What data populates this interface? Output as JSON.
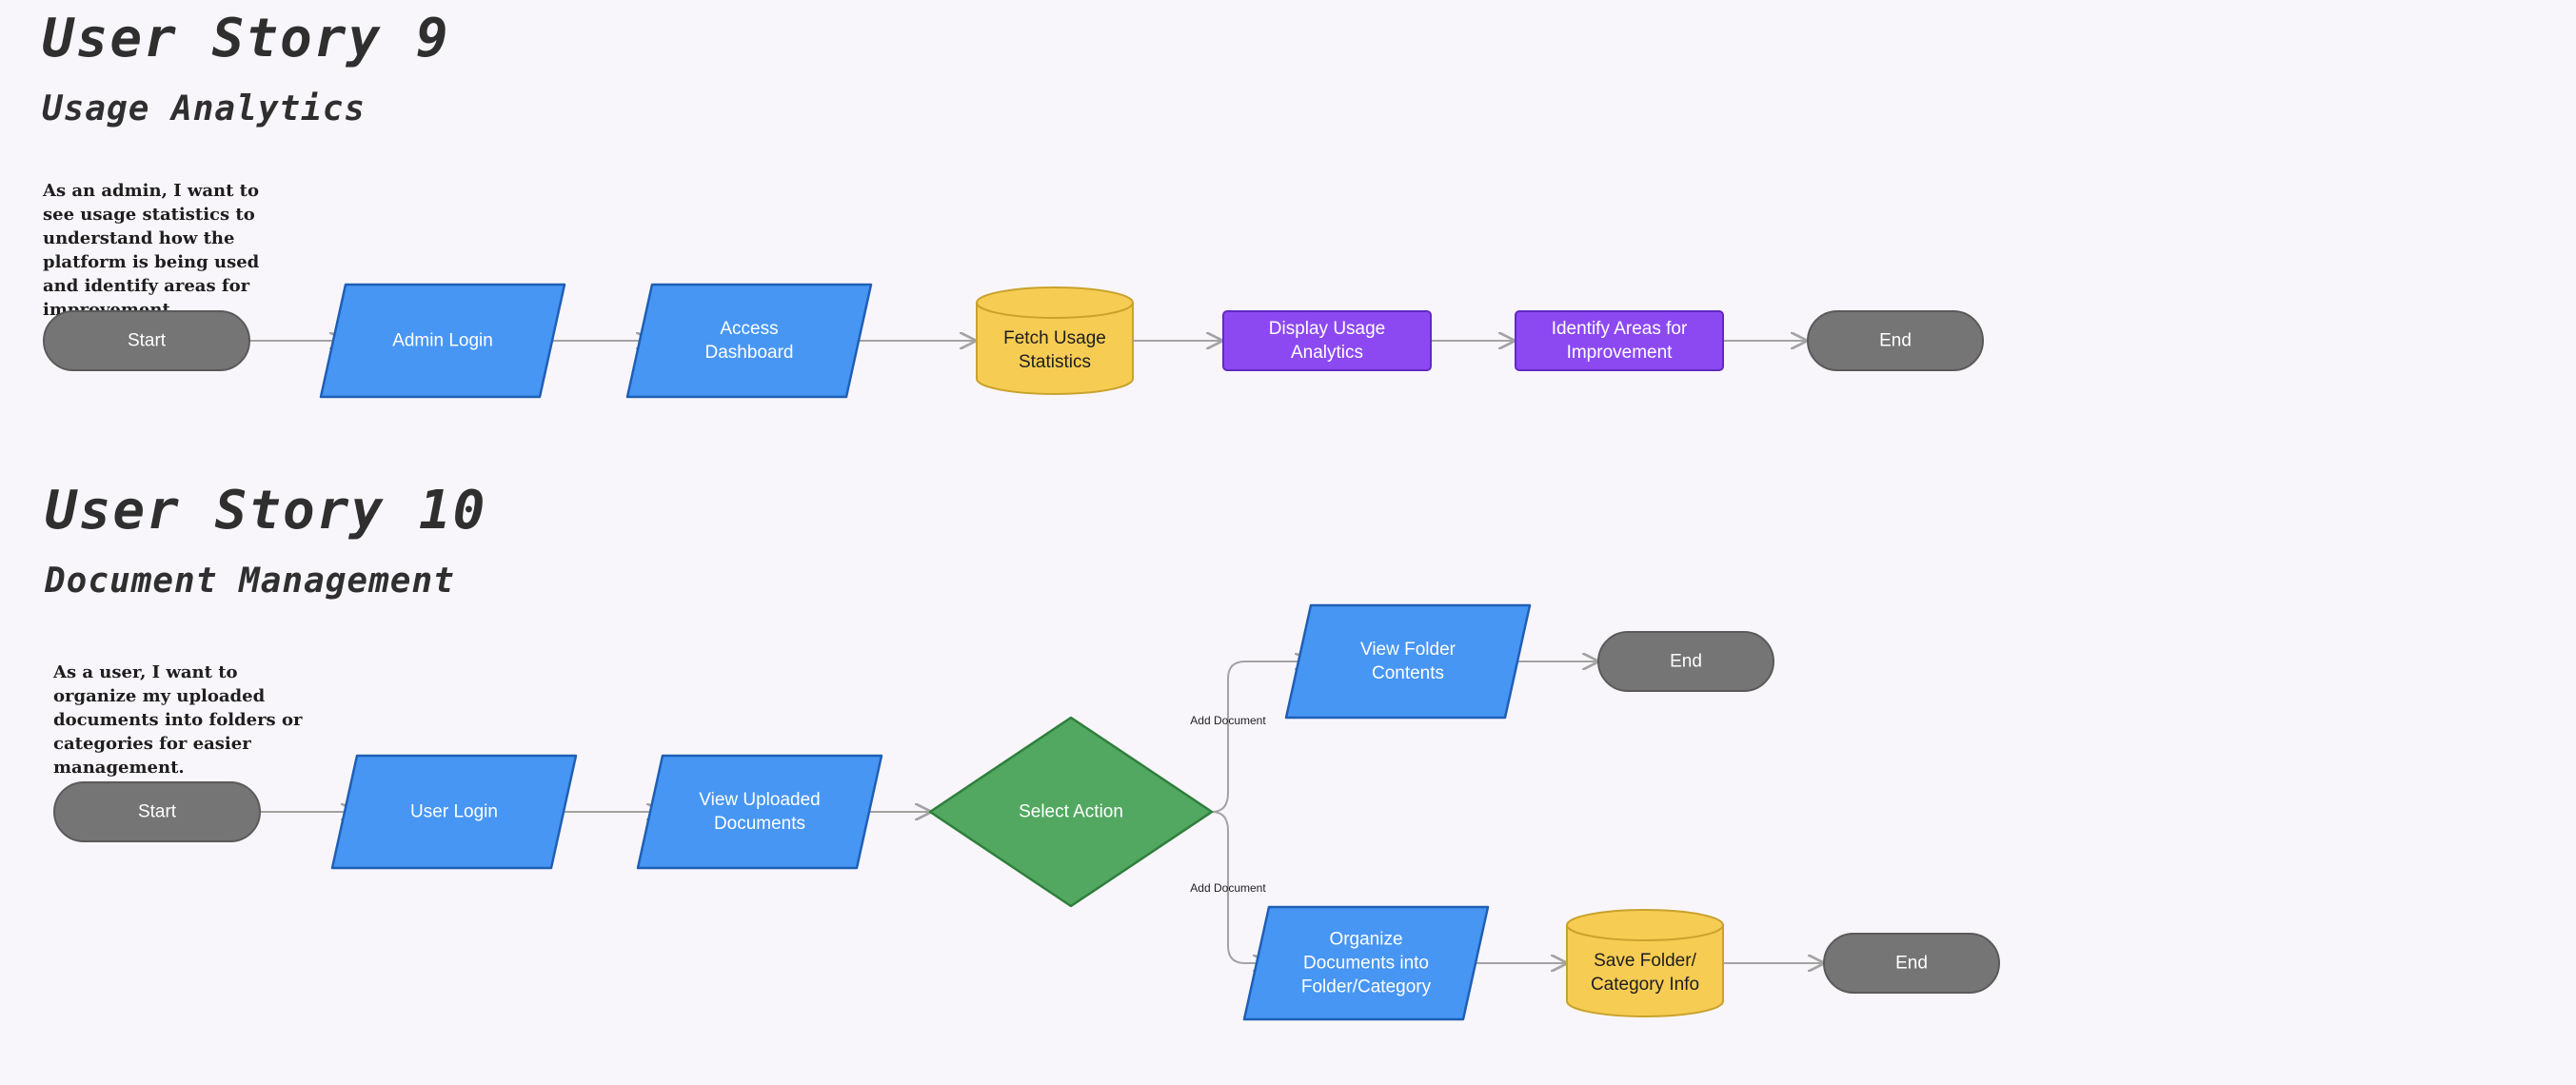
{
  "colors": {
    "background": "#f9f6fb",
    "terminal_fill": "#757575",
    "terminal_stroke": "#5a5a5a",
    "io_fill": "#4796f4",
    "io_stroke": "#1f5fb4",
    "database_fill": "#f6cc53",
    "database_stroke": "#c9a22c",
    "process_fill": "#8c49f2",
    "process_stroke": "#6329c2",
    "decision_fill": "#52a860",
    "decision_stroke": "#2f7f3c",
    "edge": "#a3a3a3"
  },
  "story9": {
    "title": "User Story 9",
    "subtitle": "Usage Analytics",
    "text": "As an admin, I want to see usage statistics to understand how the platform is being used and identify areas for improvement.",
    "nodes": {
      "start": "Start",
      "admin_login": [
        "Admin Login"
      ],
      "access_dashboard": [
        "Access",
        "Dashboard"
      ],
      "fetch_usage": [
        "Fetch Usage",
        "Statistics"
      ],
      "display_usage": [
        "Display Usage",
        "Analytics"
      ],
      "identify_areas": [
        "Identify Areas for",
        "Improvement"
      ],
      "end": "End"
    }
  },
  "story10": {
    "title": "User Story 10",
    "subtitle": "Document Management",
    "text": "As a user, I want to organize my uploaded documents into folders or categories for easier management.",
    "nodes": {
      "start": "Start",
      "user_login": [
        "User Login"
      ],
      "view_uploaded": [
        "View Uploaded",
        "Documents"
      ],
      "select_action": [
        "Select Action"
      ],
      "view_folder": [
        "View Folder",
        "Contents"
      ],
      "end_top": "End",
      "organize_docs": [
        "Organize",
        "Documents into",
        "Folder/Category"
      ],
      "save_folder": [
        "Save Folder/",
        "Category Info"
      ],
      "end_bottom": "End"
    },
    "edge_labels": {
      "upper_branch": "Add Document",
      "lower_branch": "Add Document"
    }
  }
}
